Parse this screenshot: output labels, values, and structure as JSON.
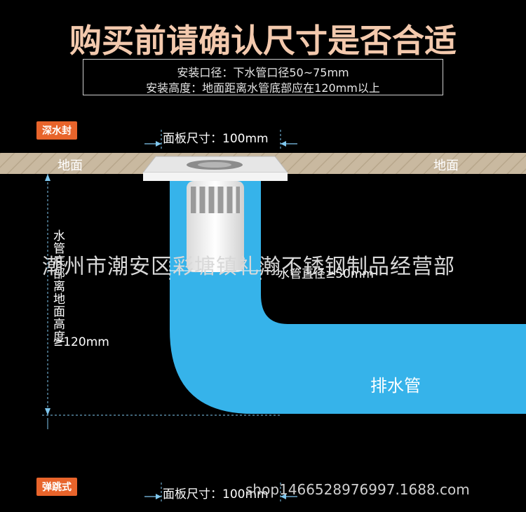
{
  "title": "购买前请确认尺寸是否合适",
  "specs": {
    "line1": "安装口径：下水管口径50~75mm",
    "line2": "安装高度：地面距离水管底部应在120mm以上"
  },
  "tags": {
    "deep_seal": "深水封",
    "spring": "弹跳式"
  },
  "floor": {
    "left_label": "地面",
    "right_label": "地面"
  },
  "dimensions": {
    "panel_size": "面板尺寸：100mm",
    "panel_size_bottom": "面板尺寸：100mm",
    "pipe_diameter": "水管直径≥50mm",
    "height_label": "水管底部离地面高度",
    "height_value": "≥120mm"
  },
  "pipe_label": "排水管",
  "watermark": "潮州市潮安区彩塘镇礼瀚不锈钢制品经营部",
  "footer_url": "shop1466528976997.1688.com",
  "colors": {
    "title": "#f3c9ad",
    "tag": "#e8642b",
    "pipe": "#36b3ea",
    "floor": "#c7b79e"
  }
}
